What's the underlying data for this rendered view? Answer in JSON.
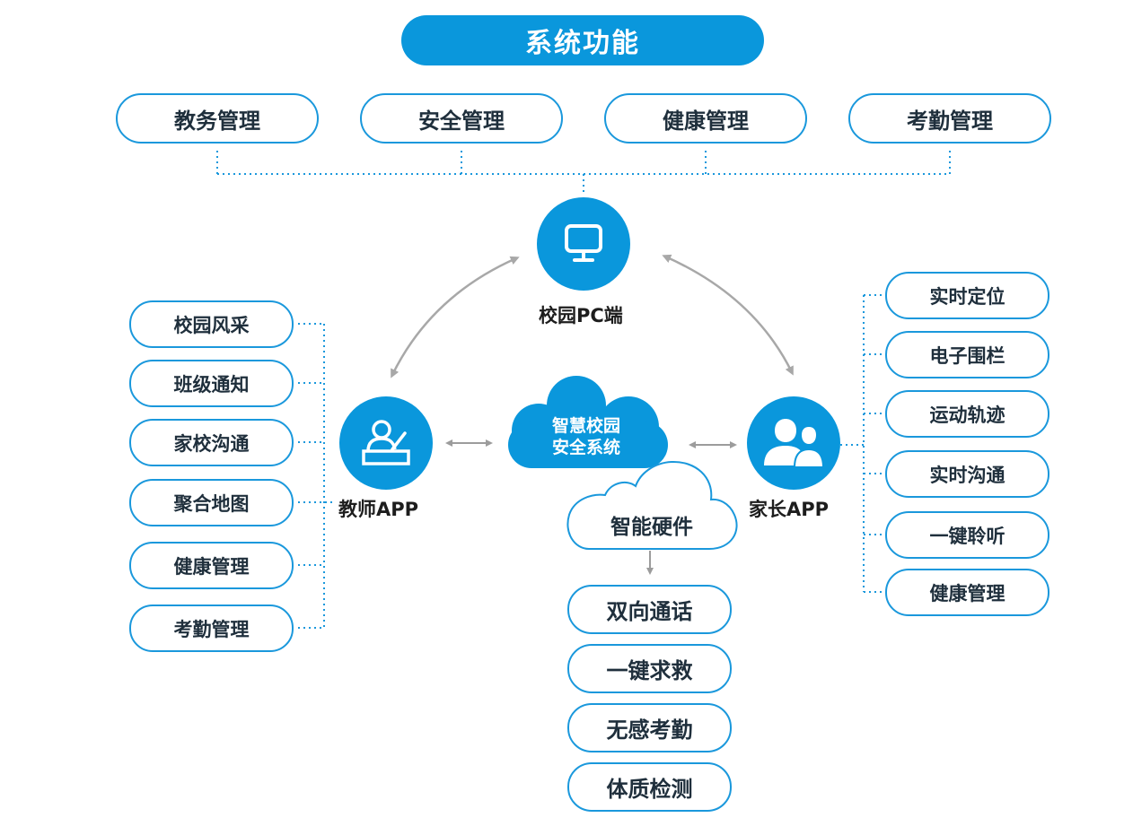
{
  "title": "系统功能",
  "top_modules": [
    "教务管理",
    "安全管理",
    "健康管理",
    "考勤管理"
  ],
  "nodes": {
    "pc": "校园PC端",
    "teacher": "教师APP",
    "parent": "家长APP",
    "cloud_line1": "智慧校园",
    "cloud_line2": "安全系统",
    "hardware": "智能硬件"
  },
  "teacher_features": [
    "校园风采",
    "班级通知",
    "家校沟通",
    "聚合地图",
    "健康管理",
    "考勤管理"
  ],
  "parent_features": [
    "实时定位",
    "电子围栏",
    "运动轨迹",
    "实时沟通",
    "一键聆听",
    "健康管理"
  ],
  "hardware_features": [
    "双向通话",
    "一键求救",
    "无感考勤",
    "体质检测"
  ],
  "colors": {
    "primary": "#0a97dc",
    "pill_border": "#1a98dc",
    "arrow": "#a8a8a8",
    "dotted": "#1a98dc"
  },
  "icons": {
    "pc": "monitor-icon",
    "teacher": "teacher-icon",
    "parent": "parents-icon"
  }
}
